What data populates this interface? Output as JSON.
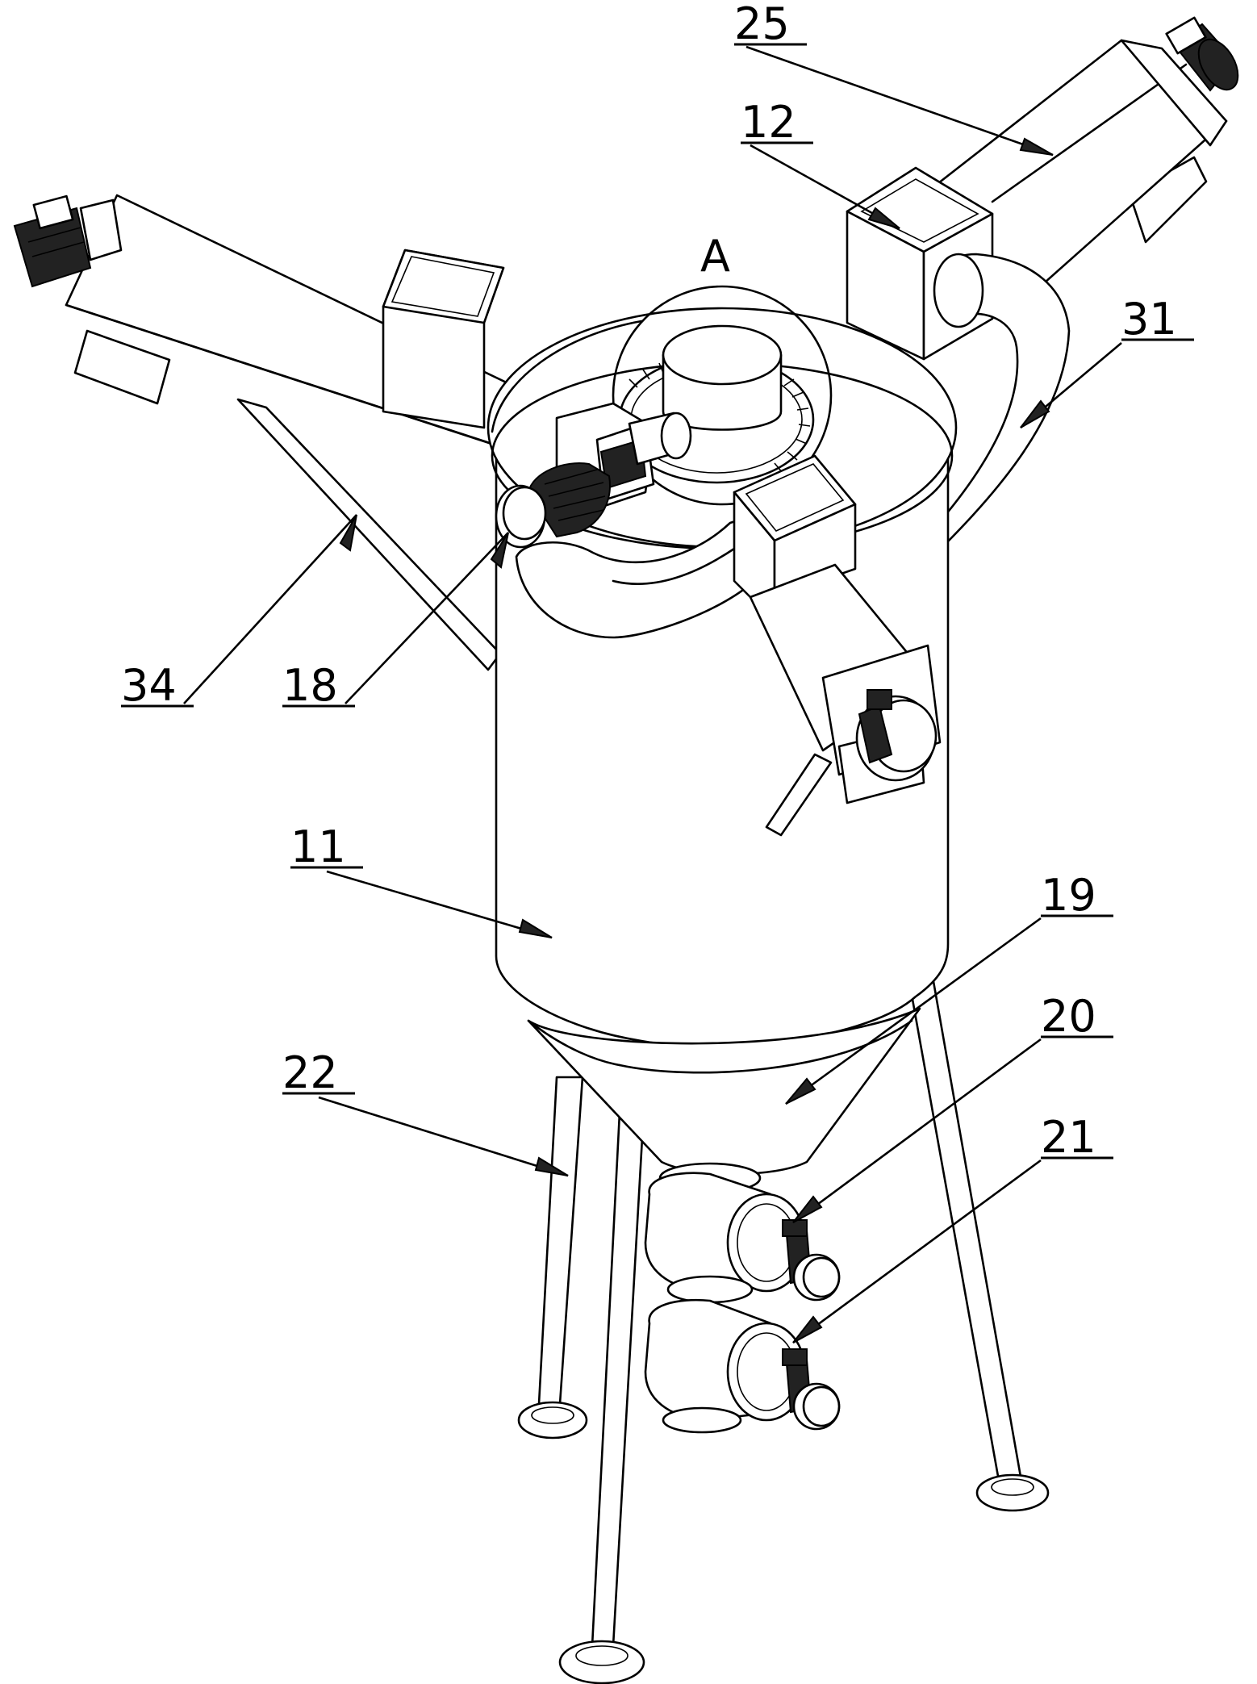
{
  "callouts": {
    "c11": "11",
    "c12": "12",
    "c18": "18",
    "c19": "19",
    "c20": "20",
    "c21": "21",
    "c22": "22",
    "c25": "25",
    "c31": "31",
    "c34": "34",
    "detail": "A"
  }
}
